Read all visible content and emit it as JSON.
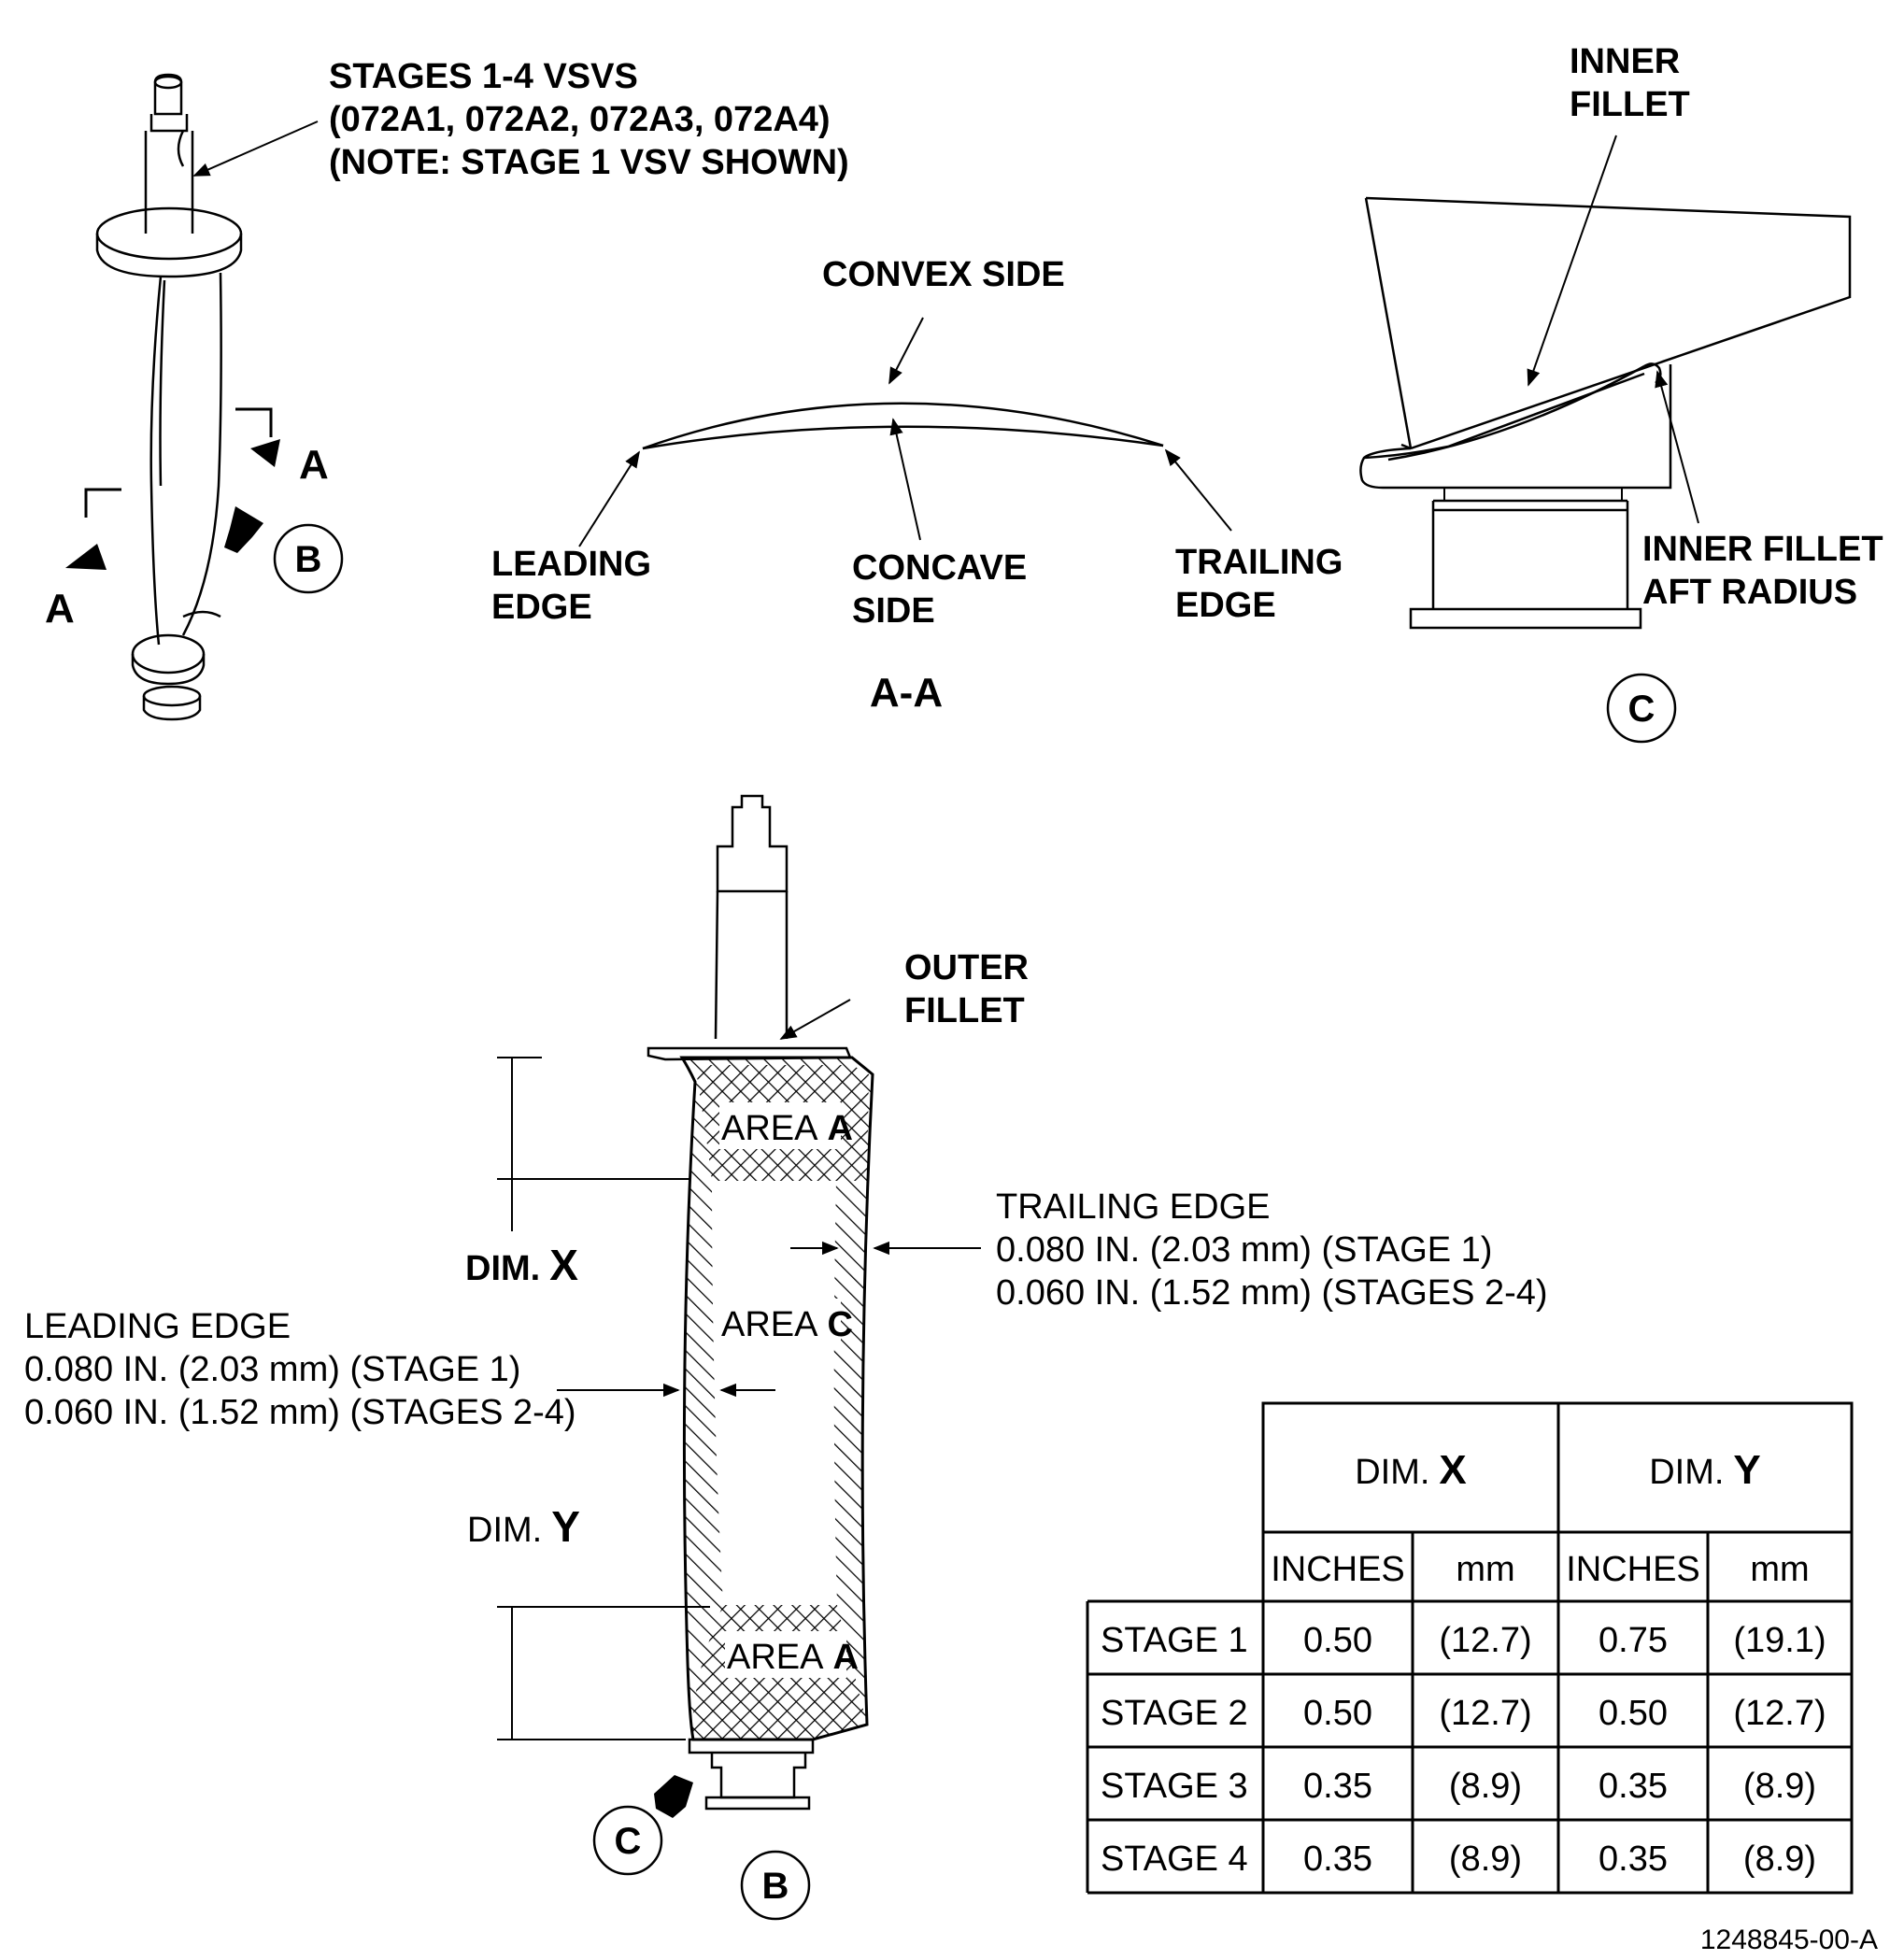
{
  "callouts": {
    "stages_line1": "STAGES 1-4 VSVS",
    "stages_line2": "(072A1, 072A2, 072A3, 072A4)",
    "stages_line3": "(NOTE: STAGE 1 VSV SHOWN)",
    "convex_side": "CONVEX SIDE",
    "leading_edge_1": "LEADING",
    "leading_edge_2": "EDGE",
    "concave_side_1": "CONCAVE",
    "concave_side_2": "SIDE",
    "trailing_edge_1": "TRAILING",
    "trailing_edge_2": "EDGE",
    "inner_fillet_1": "INNER",
    "inner_fillet_2": "FILLET",
    "inner_fillet_aft_1": "INNER FILLET",
    "inner_fillet_aft_2": "AFT RADIUS",
    "outer_fillet_1": "OUTER",
    "outer_fillet_2": "FILLET"
  },
  "section_labels": {
    "cut_a": "A",
    "section_aa": "A-A",
    "view_b": "B",
    "view_c": "C"
  },
  "areas": {
    "area_prefix": "AREA",
    "area_a": "A",
    "area_c": "C"
  },
  "dims": {
    "dim_prefix": "DIM.",
    "x": "X",
    "y": "Y"
  },
  "trailing_edge_note": {
    "line1": "TRAILING EDGE",
    "line2": "0.080 IN. (2.03 mm) (STAGE 1)",
    "line3": "0.060 IN. (1.52 mm) (STAGES 2-4)"
  },
  "leading_edge_note": {
    "line1": "LEADING EDGE",
    "line2": "0.080 IN. (2.03 mm) (STAGE 1)",
    "line3": "0.060 IN. (1.52 mm) (STAGES 2-4)"
  },
  "table": {
    "group_x_prefix": "DIM.",
    "group_x": "X",
    "group_y_prefix": "DIM.",
    "group_y": "Y",
    "sub_inches": "INCHES",
    "sub_mm": "mm",
    "rows": [
      {
        "stage": "STAGE 1",
        "x_in": "0.50",
        "x_mm": "(12.7)",
        "y_in": "0.75",
        "y_mm": "(19.1)"
      },
      {
        "stage": "STAGE 2",
        "x_in": "0.50",
        "x_mm": "(12.7)",
        "y_in": "0.50",
        "y_mm": "(12.7)"
      },
      {
        "stage": "STAGE 3",
        "x_in": "0.35",
        "x_mm": "(8.9)",
        "y_in": "0.35",
        "y_mm": "(8.9)"
      },
      {
        "stage": "STAGE 4",
        "x_in": "0.35",
        "x_mm": "(8.9)",
        "y_in": "0.35",
        "y_mm": "(8.9)"
      }
    ]
  },
  "figure_id": "1248845-00-A"
}
